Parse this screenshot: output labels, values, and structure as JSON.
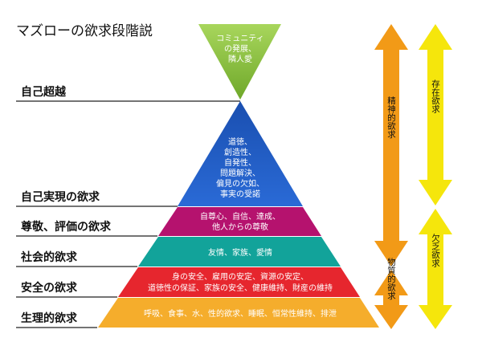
{
  "title": "マズローの欲求段階説",
  "levels": {
    "self_transcendence": "自己超越",
    "self_actualization": "自己実現の欲求",
    "esteem": "尊敬、評価の欲求",
    "social": "社会的欲求",
    "safety": "安全の欲求",
    "physiological": "生理的欲求"
  },
  "pyramid": {
    "top_line1": "コミュニティ",
    "top_line2": "の発展、",
    "top_line3": "隣人愛",
    "self_actualization_lines": [
      "道徳、",
      "創造性、",
      "自発性、",
      "問題解決、",
      "偏見の欠如、",
      "事実の受諾"
    ],
    "esteem_line1": "自尊心、自信、達成、",
    "esteem_line2": "他人からの尊敬",
    "social_line": "友情、家族、愛情",
    "safety_line1": "身の安全、雇用の安定、資源の安定、",
    "safety_line2": "道徳性の保証、家族の安全、健康維持、財産の維持",
    "physiological_line": "呼吸、食事、水、性的欲求、睡眠、恒常性維持、排泄"
  },
  "arrows": {
    "spiritual": "精神的欲求",
    "material": "物質的欲求",
    "existence": "存在欲求",
    "deficiency": "欠乏欲求"
  },
  "colors": {
    "top": "#8cc63f",
    "self_actualization": "#1f5fc4",
    "esteem": "#b5126e",
    "social": "#12a39a",
    "safety": "#e6262e",
    "physiological": "#f5ad2c",
    "orange_arrow": "#f29a17",
    "yellow_arrow": "#f5e60c"
  }
}
